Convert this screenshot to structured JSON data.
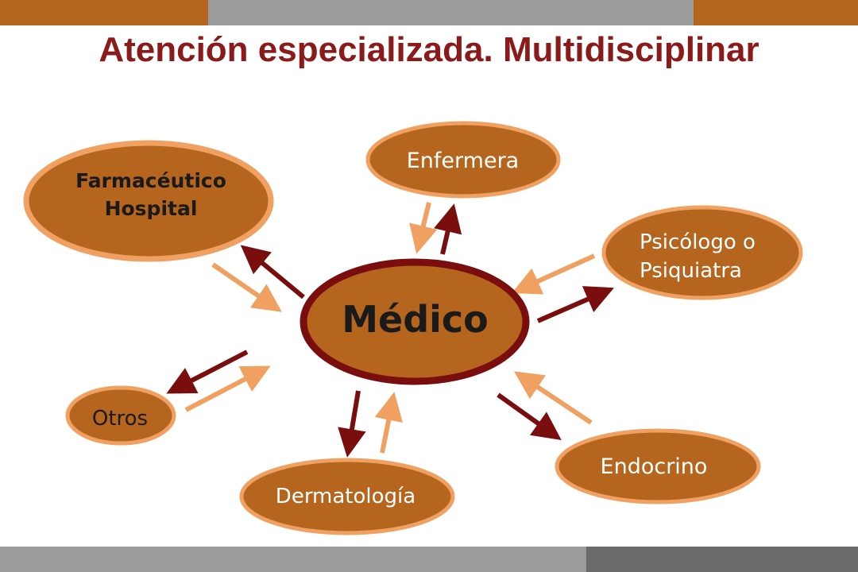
{
  "slide": {
    "title": "Atención especializada. Multidisciplinar"
  },
  "diagram": {
    "center": "Médico",
    "nodes": {
      "farmaceutico_line1": "Farmacéutico",
      "farmaceutico_line2": "Hospital",
      "enfermera": "Enfermera",
      "psicologo_line1": "Psicólogo o",
      "psicologo_line2": "Psiquiatra",
      "otros": "Otros",
      "dermatologia": "Dermatología",
      "endocrino": "Endocrino"
    }
  },
  "colors": {
    "accent_brown": "#b5651d",
    "bar_gray": "#9b9b9b",
    "bar_dark_gray": "#6a6a6a",
    "title_red": "#8b1a1a",
    "node_fill": "#b5651d",
    "node_stroke": "#f0a060",
    "center_stroke": "#7a0e0e",
    "arrow_dark": "#7a0e0e",
    "arrow_light": "#f0a060"
  }
}
